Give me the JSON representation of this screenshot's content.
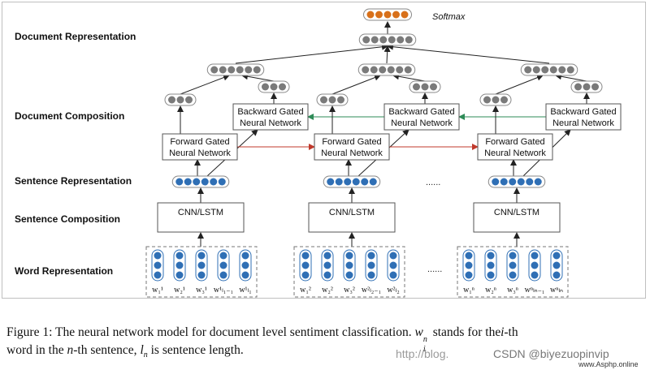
{
  "diagram": {
    "row_labels": {
      "document_representation": "Document Representation",
      "document_composition": "Document Composition",
      "sentence_representation": "Sentence Representation",
      "sentence_composition": "Sentence Composition",
      "word_representation": "Word Representation"
    },
    "softmax_label": "Softmax",
    "cnn_label": "CNN/LSTM",
    "forward_line1": "Forward Gated",
    "forward_line2": "Neural Network",
    "backward_line1": "Backward Gated",
    "backward_line2": "Neural Network",
    "ellipsis": "......",
    "word_groups": [
      {
        "words": [
          "w₁¹",
          "w₂¹",
          "w₃¹",
          "w¹ₗ₁₋₁",
          "w¹ₗ₁"
        ]
      },
      {
        "words": [
          "w₁²",
          "w₂²",
          "w₃²",
          "w²ₗ₂₋₁",
          "w²ₗ₂"
        ]
      },
      {
        "words": [
          "w₁ⁿ",
          "w₂ⁿ",
          "w₃ⁿ",
          "wⁿₗₙ₋₁",
          "wⁿₗₙ"
        ]
      }
    ],
    "colors": {
      "node_blue": "#2f6fb5",
      "node_gray": "#7a7a7a",
      "node_orange": "#d8701a",
      "forward_arrow": "#c0392b",
      "backward_arrow": "#2e8b57"
    }
  },
  "caption": {
    "line1_prefix": "Figure 1: The neural network model for document level sentiment classification.",
    "line1_mid": "stands for the",
    "line1_suffix": "-th",
    "line2_prefix": "word in the",
    "line2_mid": "-th sentence,",
    "line2_suffix": "is sentence length.",
    "w_symbol": "w",
    "w_sup": "n",
    "w_sub": "i",
    "i_symbol": "i",
    "n_symbol": "n",
    "l_symbol": "l",
    "l_sub": "n"
  },
  "watermarks": {
    "blog": "http://blog.",
    "csdn": "CSDN @biyezuopinvip",
    "site": "www.Asphp.online"
  }
}
